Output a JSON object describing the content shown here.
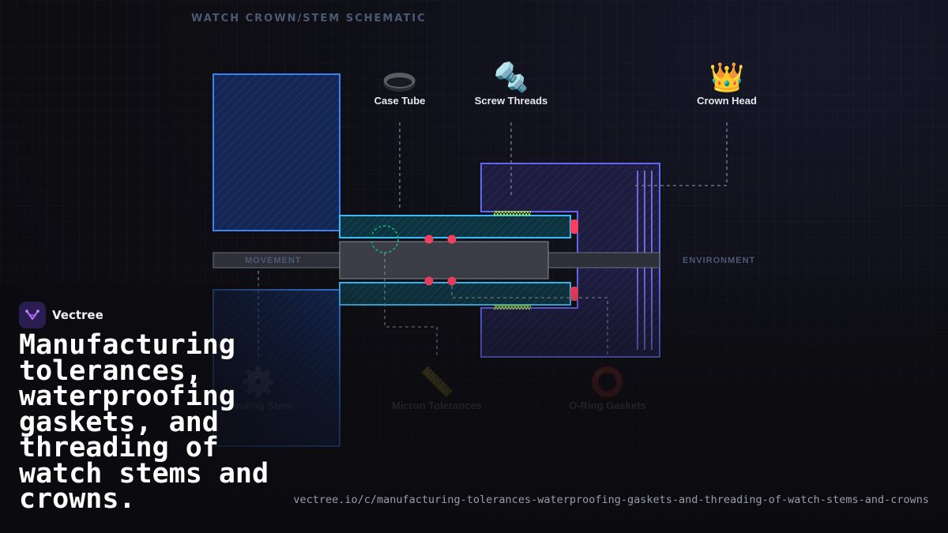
{
  "diagram": {
    "title": "WATCH CROWN/STEM SCHEMATIC",
    "side_labels": {
      "left": "MOVEMENT",
      "right": "ENVIRONMENT"
    },
    "components_top": [
      {
        "icon": "case-tube-icon",
        "glyph": "⬬",
        "label": "Case Tube"
      },
      {
        "icon": "screw-icon",
        "glyph": "🔩",
        "label": "Screw Threads"
      },
      {
        "icon": "crown-icon",
        "glyph": "👑",
        "label": "Crown Head"
      }
    ],
    "components_bottom": [
      {
        "icon": "gear-icon",
        "glyph": "⚙️",
        "label": "Winding Stem"
      },
      {
        "icon": "ruler-icon",
        "glyph": "📏",
        "label": "Micron Tolerances"
      },
      {
        "icon": "o-ring-icon",
        "glyph": "⭕",
        "label": "O-Ring Gaskets"
      }
    ],
    "colors": {
      "case": "#3b82f6",
      "tube": "#38bdf8",
      "crown": "#6366f1",
      "stem": "#9ca3af",
      "gasket": "#f43f5e",
      "thread": "#a3e635",
      "highlight": "#10b981"
    }
  },
  "brand": {
    "name": "Vectree",
    "logo_icon": "vectree-logo-icon"
  },
  "headline": "Manufacturing tolerances, waterproofing gaskets, and threading of watch stems and crowns.",
  "url": "vectree.io/c/manufacturing-tolerances-waterproofing-gaskets-and-threading-of-watch-stems-and-crowns"
}
